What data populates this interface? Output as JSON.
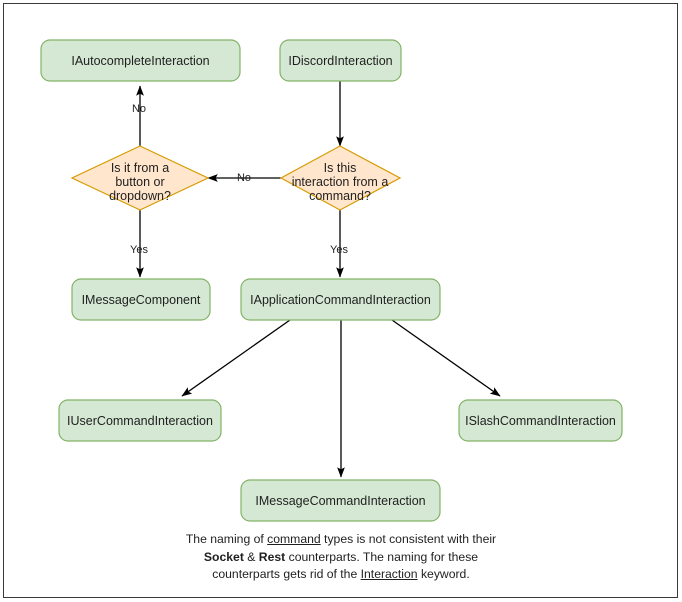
{
  "diagram": {
    "title": "Discord interaction type hierarchy flowchart",
    "colors": {
      "box_fill": "#d5e8d4",
      "box_stroke": "#82b366",
      "diamond_fill": "#ffe6cc",
      "diamond_stroke": "#d79b00",
      "edge": "#000000",
      "text": "#1f1f1f",
      "frame": "#3a3a3a"
    },
    "nodes": {
      "autocomplete": {
        "label": "IAutocompleteInteraction",
        "shape": "rounded-rect"
      },
      "discord": {
        "label": "IDiscordInteraction",
        "shape": "rounded-rect"
      },
      "decision_button": {
        "shape": "diamond",
        "lines": [
          "Is it from a",
          "button or",
          "dropdown?"
        ]
      },
      "decision_command": {
        "shape": "diamond",
        "lines": [
          "Is this",
          "interaction from a",
          "command?"
        ]
      },
      "message_component": {
        "label": "IMessageComponent",
        "shape": "rounded-rect"
      },
      "application_command": {
        "label": "IApplicationCommandInteraction",
        "shape": "rounded-rect"
      },
      "user_command": {
        "label": "IUserCommandInteraction",
        "shape": "rounded-rect"
      },
      "slash_command": {
        "label": "ISlashCommandInteraction",
        "shape": "rounded-rect"
      },
      "message_command": {
        "label": "IMessageCommandInteraction",
        "shape": "rounded-rect"
      }
    },
    "edge_labels": {
      "no_up": "No",
      "no_left": "No",
      "yes_left": "Yes",
      "yes_right": "Yes"
    },
    "caption": {
      "line1_part1": "The naming of ",
      "line1_underline": "command",
      "line1_part2": " types is not consistent with their",
      "line2_bold1": "Socket",
      "line2_amp": " & ",
      "line2_bold2": "Rest",
      "line2_rest": " counterparts. The naming for these",
      "line3_part1": "counterparts gets rid of the ",
      "line3_underline": "Interaction",
      "line3_part2": " keyword."
    }
  }
}
